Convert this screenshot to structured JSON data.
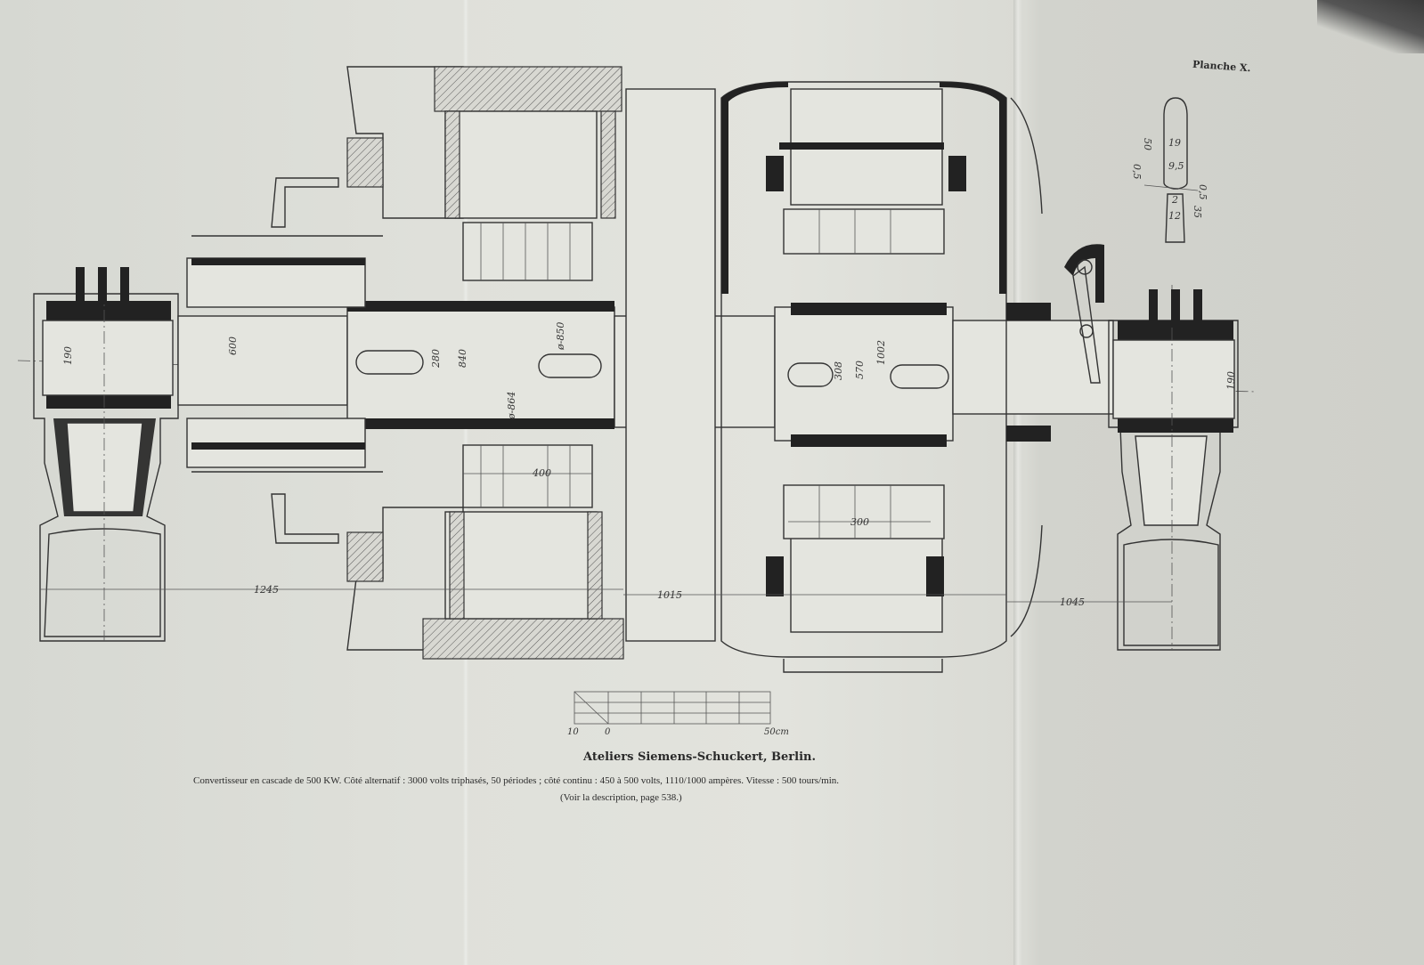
{
  "plate_label": "Planche X.",
  "title": "Ateliers Siemens-Schuckert, Berlin.",
  "caption": "Convertisseur en cascade de 500 KW. Côté alternatif : 3000 volts triphasés, 50 périodes ; côté continu : 450 à 500 volts, 1110/1000 ampères. Vitesse : 500 tours/min.",
  "reference": "(Voir la description, page 538.)",
  "scale_bar": {
    "left": "10",
    "zero": "0",
    "right": "50cm"
  },
  "dimensions": {
    "d190": "190",
    "d600": "600",
    "d280": "280",
    "d840": "840",
    "d850": "ø-850",
    "d864": "ø-864",
    "d400": "400",
    "d308": "308",
    "d570": "570",
    "d1002": "1002",
    "d300": "300",
    "d1245": "1245",
    "d1015": "1015",
    "d1045": "1045",
    "d190r": "190"
  },
  "inset_dimensions": {
    "a": "50",
    "b": "19",
    "c": "9,5",
    "d": "2",
    "e": "12",
    "f": "35",
    "g": "0,5",
    "h": "0,5"
  }
}
